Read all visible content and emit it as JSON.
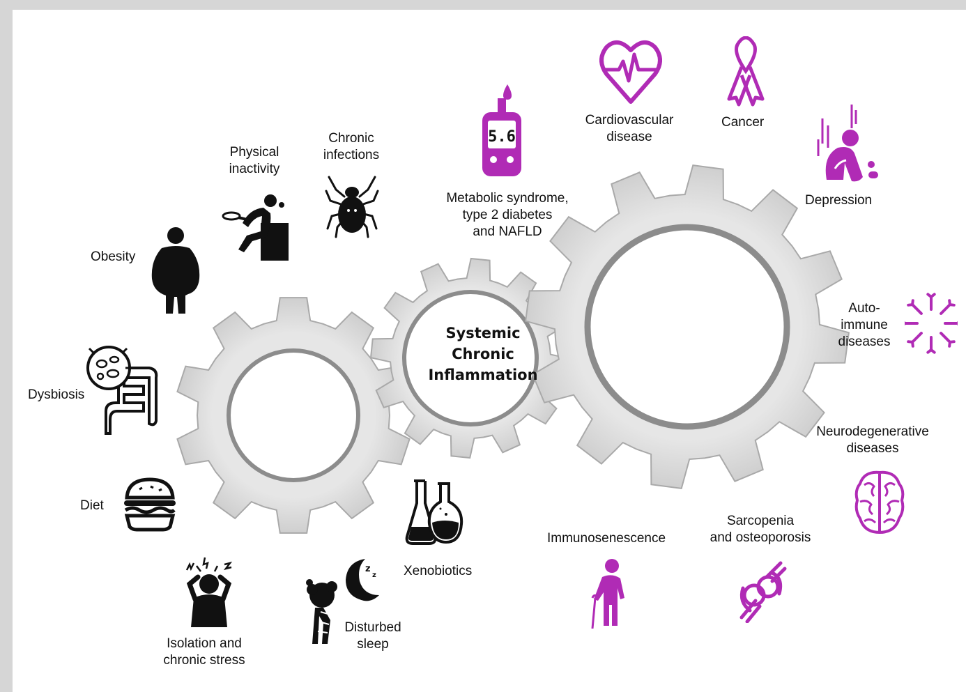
{
  "center": {
    "line1": "Systemic",
    "line2": "Chronic",
    "line3": "Inflammation"
  },
  "causes": {
    "obesity": "Obesity",
    "physical_inactivity": [
      "Physical",
      "inactivity"
    ],
    "chronic_infections": [
      "Chronic",
      "infections"
    ],
    "dysbiosis": "Dysbiosis",
    "diet": "Diet",
    "isolation_stress": [
      "Isolation and",
      "chronic stress"
    ],
    "disturbed_sleep": [
      "Disturbed",
      "sleep"
    ],
    "xenobiotics": "Xenobiotics"
  },
  "outcomes": {
    "metabolic": [
      "Metabolic syndrome,",
      "type 2 diabetes",
      "and NAFLD"
    ],
    "cardiovascular": [
      "Cardiovascular",
      "disease"
    ],
    "cancer": "Cancer",
    "depression": "Depression",
    "autoimmune": [
      "Auto-",
      "immune",
      "diseases"
    ],
    "neurodegenerative": [
      "Neurodegenerative",
      "diseases"
    ],
    "sarcopenia": [
      "Sarcopenia",
      "and osteoporosis"
    ],
    "immunosenescence": "Immunosenescence"
  },
  "glucometer_reading": "5.6",
  "colors": {
    "cause_icon": "#111111",
    "outcome_icon": "#b02bb5",
    "gear_fill": "#dcdcdc",
    "gear_stroke": "#a9a9a9",
    "background": "#ffffff",
    "frame": "#d6d6d6"
  }
}
